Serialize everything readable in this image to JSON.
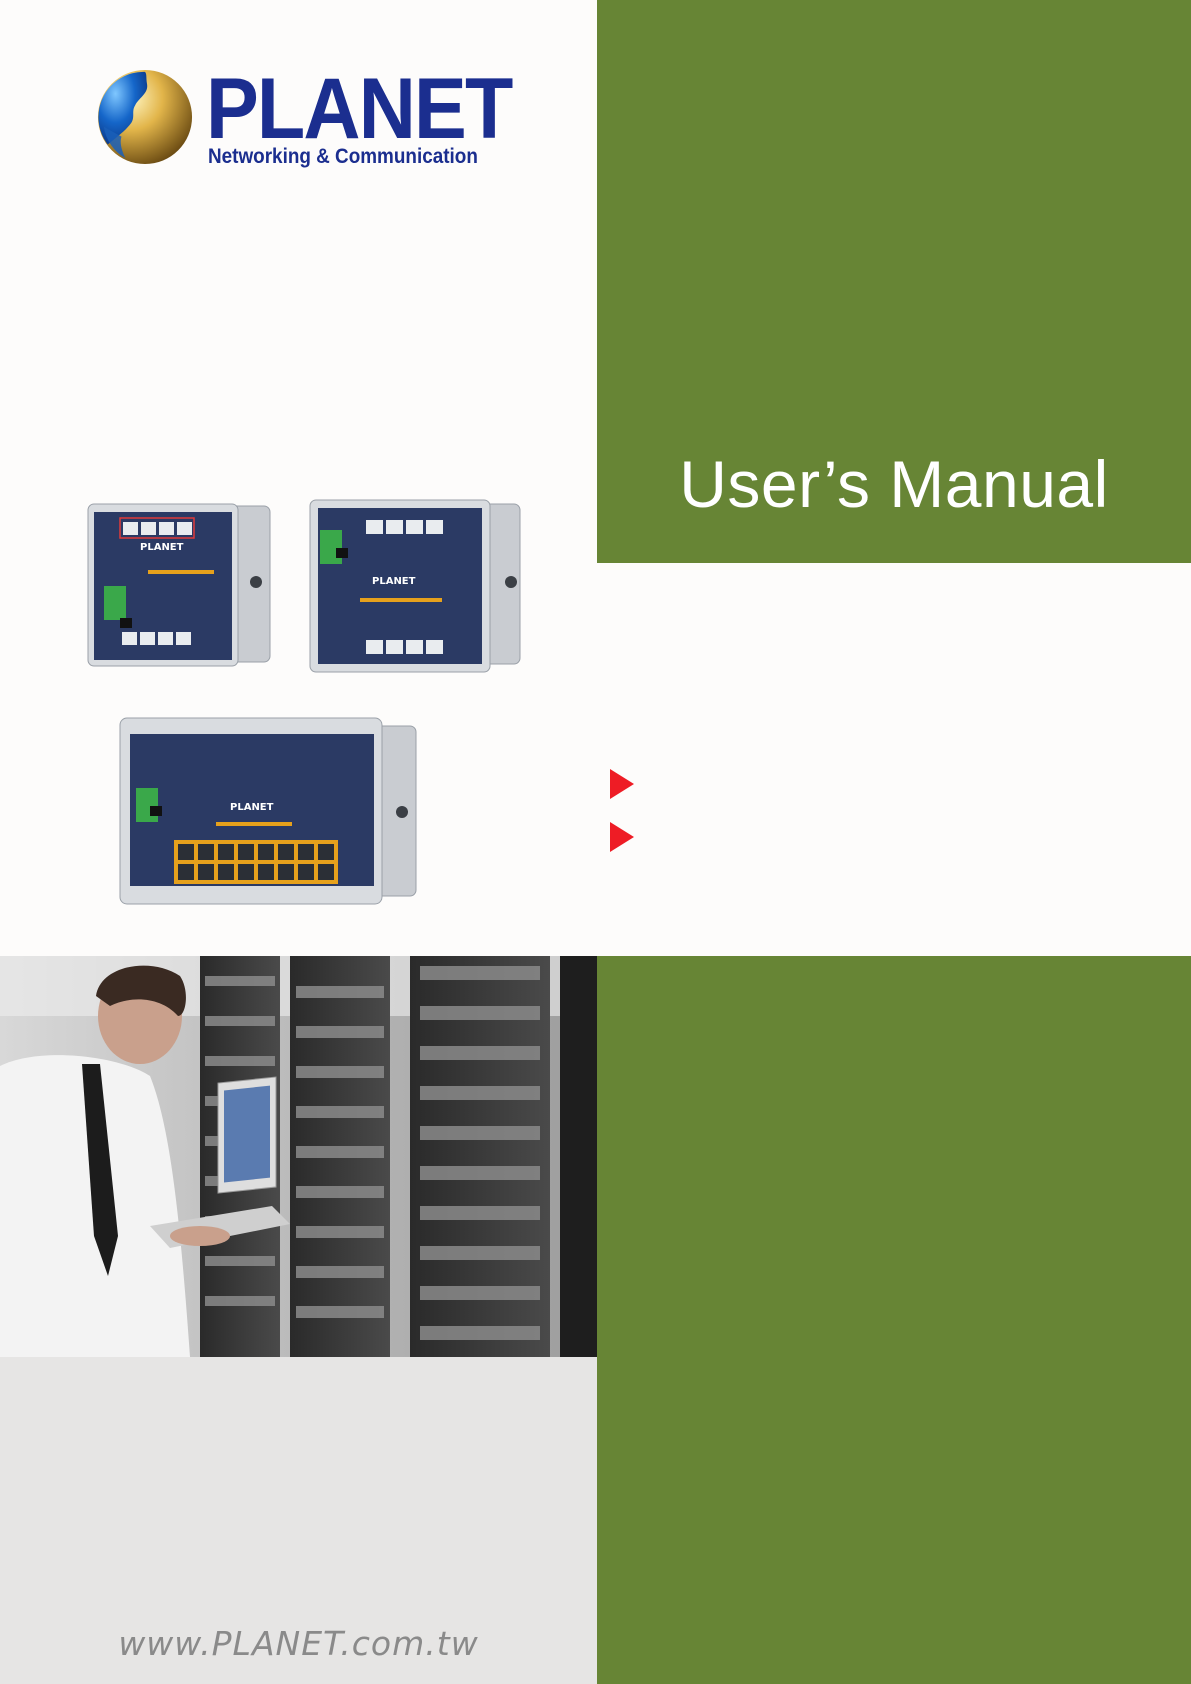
{
  "cover": {
    "title": "User’s Manual",
    "website": "www.PLANET.com.tw"
  },
  "logo": {
    "brand": "PLANET",
    "tagline": "Networking & Communication"
  },
  "products": [
    {
      "label": "PLANET"
    },
    {
      "label": "PLANET"
    },
    {
      "label": "PLANET"
    }
  ],
  "colors": {
    "accent_green": "#678535",
    "brand_blue": "#1b2e8f",
    "bullet_red": "#ee1c25",
    "panel_gray": "#e6e5e4"
  }
}
